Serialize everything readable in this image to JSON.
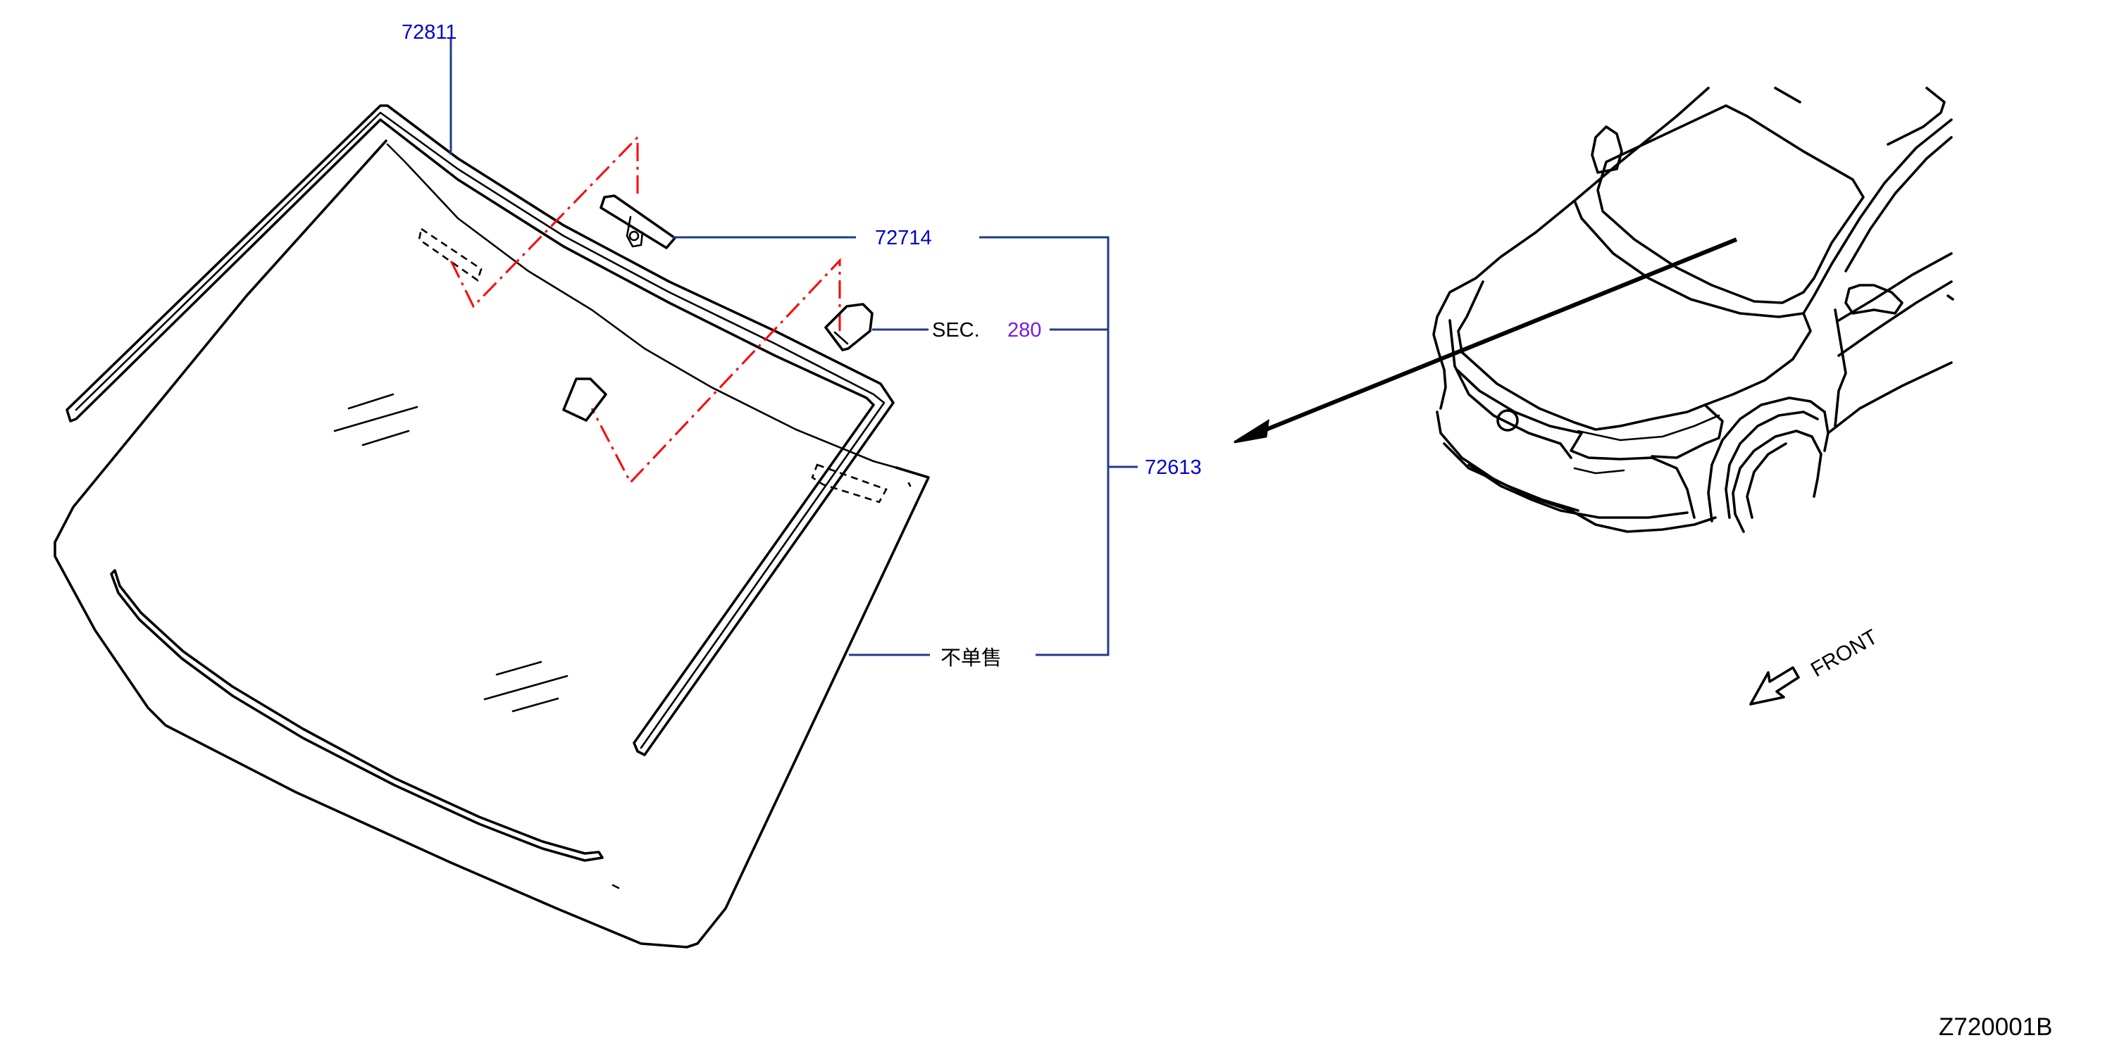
{
  "colors": {
    "part_number": "#0000cc",
    "section_number": "#7a1ad9",
    "callout_line": "#1f3b8c",
    "chain_line": "#ff0000",
    "drawing": "#000000"
  },
  "labels": {
    "part_72811": "72811",
    "part_72714": "72714",
    "sec_prefix": "SEC.",
    "sec_number": "280",
    "part_72613": "72613",
    "not_sold_separately": "不单售",
    "front": "FRONT",
    "diagram_id": "Z720001B"
  }
}
